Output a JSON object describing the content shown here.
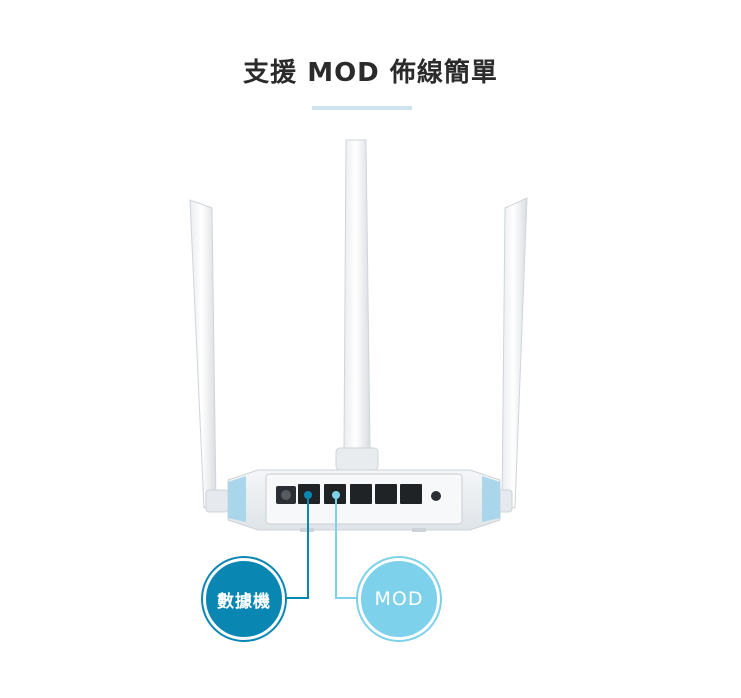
{
  "heading": {
    "title": "支援 MOD 佈線簡單"
  },
  "callouts": {
    "modem_label": "數據機",
    "mod_label": "MOD"
  },
  "colors": {
    "modem": "#0a86b3",
    "mod": "#7dd1ea",
    "title_rule": "#cfe3ee"
  },
  "icons": [
    "router-image"
  ]
}
